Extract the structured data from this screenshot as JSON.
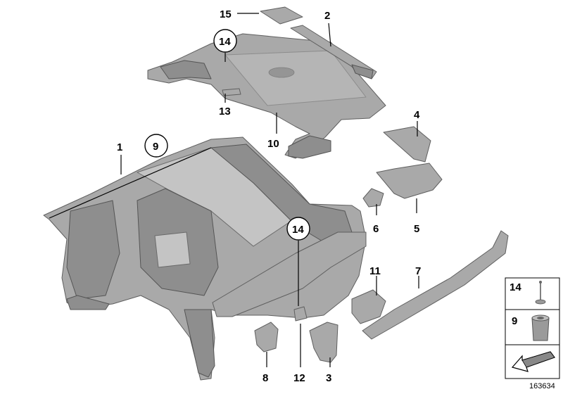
{
  "diagram_id": "163634",
  "callouts": {
    "c1": "1",
    "c2": "2",
    "c3": "3",
    "c4": "4",
    "c5": "5",
    "c6": "6",
    "c7": "7",
    "c8": "8",
    "c9": "9",
    "c10": "10",
    "c11": "11",
    "c12": "12",
    "c13": "13",
    "c14a": "14",
    "c14b": "14",
    "c15": "15"
  },
  "legend": {
    "item_a": "14",
    "item_b": "9"
  },
  "colors": {
    "part": "#a9a9a9",
    "part_dark": "#8e8e8e",
    "outline": "#5f5f5f",
    "text": "#000000"
  }
}
